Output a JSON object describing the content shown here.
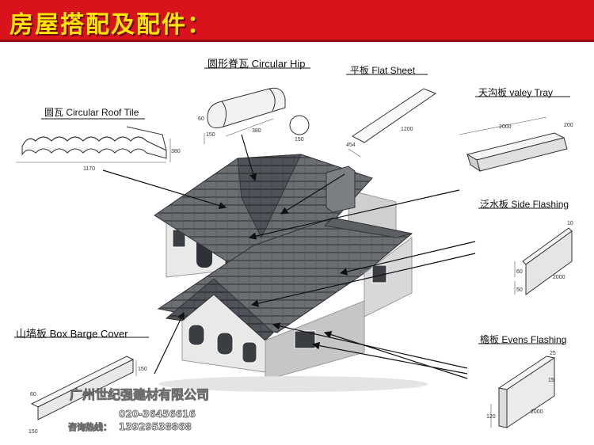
{
  "header": {
    "title": "房屋搭配及配件："
  },
  "parts": {
    "circular_roof_tile": {
      "label": "圆瓦   Circular Roof Tile",
      "dim_w": "1170",
      "dim_h": "380"
    },
    "circular_hip": {
      "label": "圆形脊瓦 Circular Hip",
      "dim_a": "60",
      "dim_b": "150",
      "dim_l": "380",
      "dim_d": "150"
    },
    "flat_sheet": {
      "label": "平板  Flat   Sheet",
      "dim_w": "454",
      "dim_l": "1200"
    },
    "valley_tray": {
      "label": "天沟板  valey  Tray",
      "dim_l": "2000",
      "dim_w": "200"
    },
    "side_flashing": {
      "label": "泛水板 Side Flashing",
      "dim_top": "10",
      "dim_a": "60",
      "dim_b": "50",
      "dim_l": "2000"
    },
    "box_barge_cover": {
      "label": "山墙板  Box Barge Cover",
      "dim_a": "150",
      "dim_b": "60",
      "dim_c": "150"
    },
    "evens_flashing": {
      "label": "檐板 Evens Flashing",
      "dim_a": "25",
      "dim_b": "15",
      "dim_c": "120",
      "dim_l": "2000"
    }
  },
  "watermark": {
    "company": "广州世纪强建材有限公司",
    "phone": "020-36456616",
    "hotline_label": "咨询热线：",
    "mobile": "13929538868"
  }
}
